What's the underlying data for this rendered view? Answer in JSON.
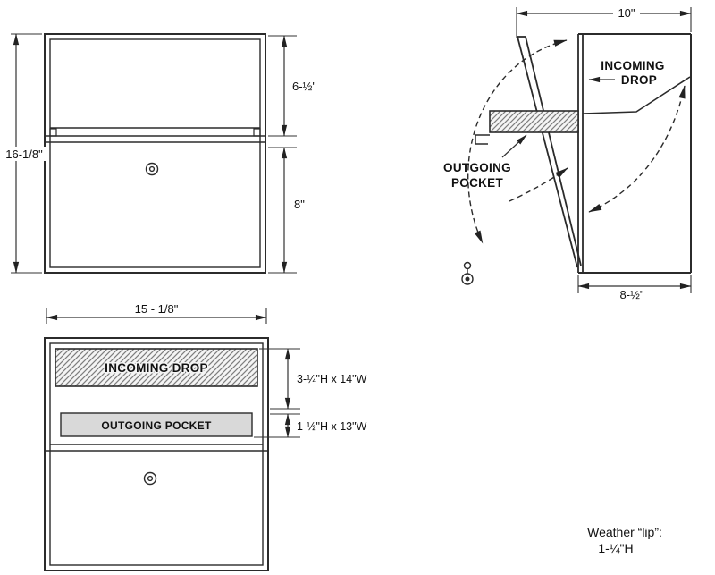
{
  "front_view": {
    "overall_height": "16-1/8\"",
    "upper_door_height": "6-½'",
    "lower_door_height": "8\""
  },
  "side_view": {
    "top_depth": "10\"",
    "bottom_depth": "8-½\"",
    "incoming_line1": "INCOMING",
    "incoming_line2": "DROP",
    "outgoing_line1": "OUTGOING",
    "outgoing_line2": "POCKET"
  },
  "detail_view": {
    "overall_width": "15 - 1/8\"",
    "incoming_label": "INCOMING DROP",
    "incoming_dims": "3-¼\"H x 14\"W",
    "outgoing_label": "OUTGOING POCKET",
    "outgoing_dims": "1-½\"H x 13\"W"
  },
  "notes": {
    "weather_lip_line1": "Weather “lip”:",
    "weather_lip_line2": "1-¼\"H"
  }
}
